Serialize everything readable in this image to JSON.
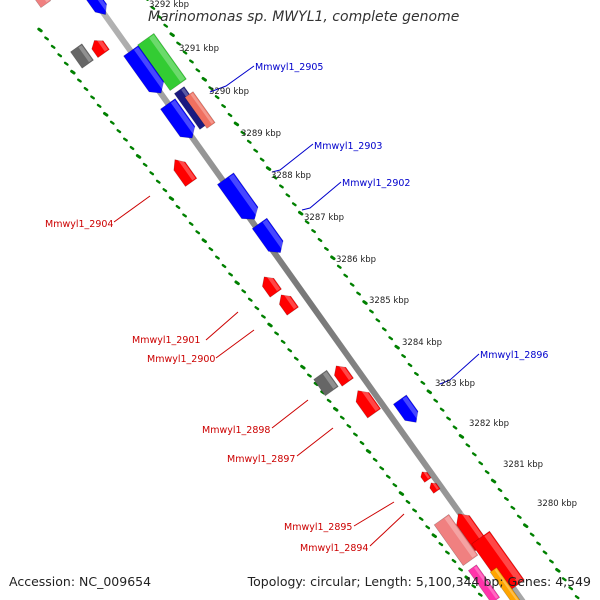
{
  "title": "Marinomonas sp. MWYL1, complete genome",
  "accession": "Accession: NC_009654",
  "topology": "Topology: circular; Length: 5,100,344 bp; Genes: 4,549",
  "ticks": [
    "3292 kbp",
    "3291 kbp",
    "3290 kbp",
    "3289 kbp",
    "3288 kbp",
    "3287 kbp",
    "3286 kbp",
    "3285 kbp",
    "3284 kbp",
    "3283 kbp",
    "3282 kbp",
    "3281 kbp",
    "3280 kbp"
  ],
  "gene_labels": {
    "forward": [
      "Mmwyl1_2905",
      "Mmwyl1_2903",
      "Mmwyl1_2902",
      "Mmwyl1_2896"
    ],
    "reverse": [
      "Mmwyl1_2904",
      "Mmwyl1_2901",
      "Mmwyl1_2900",
      "Mmwyl1_2898",
      "Mmwyl1_2897",
      "Mmwyl1_2895",
      "Mmwyl1_2894"
    ]
  },
  "colors": {
    "forward_cds": "#0000ff",
    "reverse_cds": "#ff0000",
    "rna": "#33cc33",
    "other": "#666666",
    "tick": "#008000",
    "backbone": "#888888"
  }
}
